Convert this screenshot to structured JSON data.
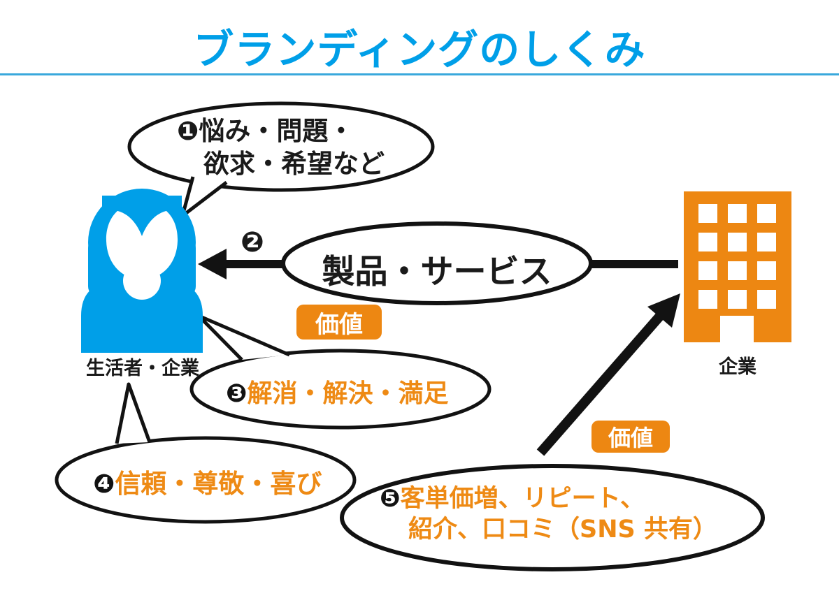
{
  "header": {
    "title": "ブランディングのしくみ"
  },
  "colors": {
    "blue": "#009FE8",
    "orange": "#ED8712",
    "outline": "#121212",
    "background": "#ffffff"
  },
  "actors": {
    "consumer_label": "生活者・企業",
    "company_label": "企業"
  },
  "steps": {
    "s1": {
      "num": "❶",
      "line1": "悩み・問題・",
      "line2": "欲求・希望など"
    },
    "s2": {
      "num": "❷",
      "label": "製品・サービス"
    },
    "s3": {
      "num": "❸",
      "text": "解消・解決・満足"
    },
    "s4": {
      "num": "❹",
      "text": "信頼・尊敬・喜び"
    },
    "s5": {
      "num": "❺",
      "line1": "客単価増、リピート、",
      "line2": "紹介、口コミ（SNS 共有）"
    }
  },
  "badges": {
    "value_left": "価値",
    "value_right": "価値"
  }
}
